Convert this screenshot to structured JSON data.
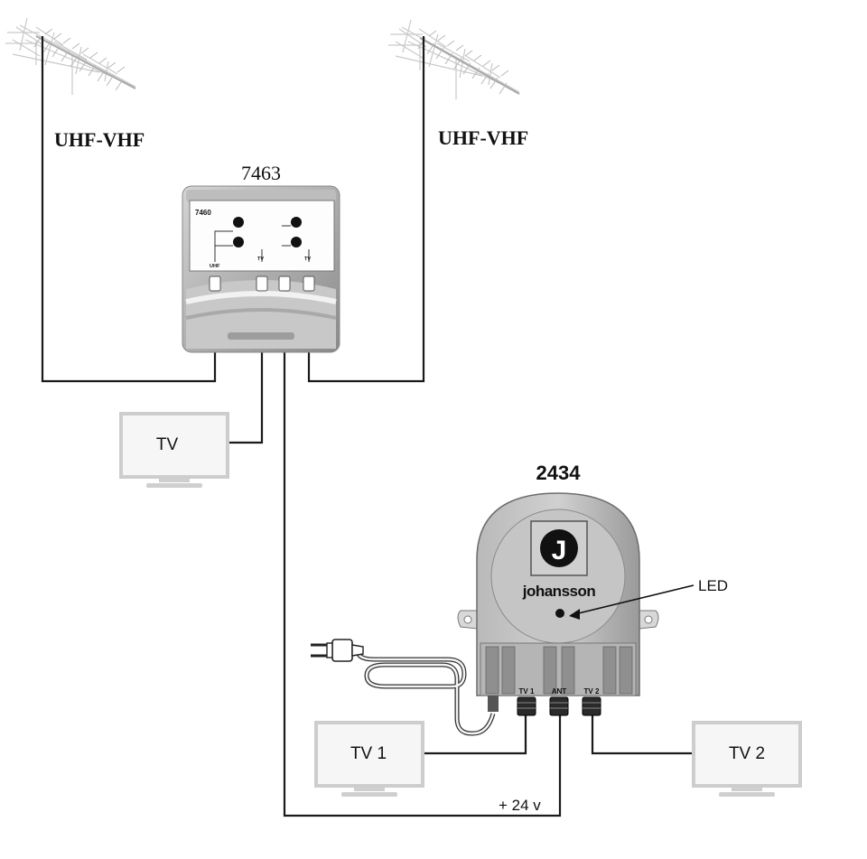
{
  "antennas": [
    {
      "label": "UHF-VHF"
    },
    {
      "label": "UHF-VHF"
    }
  ],
  "amp_7463": {
    "model": "7463",
    "panel_model": "7460",
    "port_uhf": "UHF",
    "port_tv1": "TV",
    "port_tv2": "TV"
  },
  "tv_main": {
    "label": "TV"
  },
  "amp_2434": {
    "model": "2434",
    "logo_letter": "J",
    "brand": "johansson",
    "port_tv1": "TV 1",
    "port_ant": "ANT",
    "port_tv2": "TV 2",
    "led_label": "LED"
  },
  "tv1": {
    "label": "TV 1"
  },
  "tv2": {
    "label": "TV 2"
  },
  "power_label": "+ 24 v"
}
